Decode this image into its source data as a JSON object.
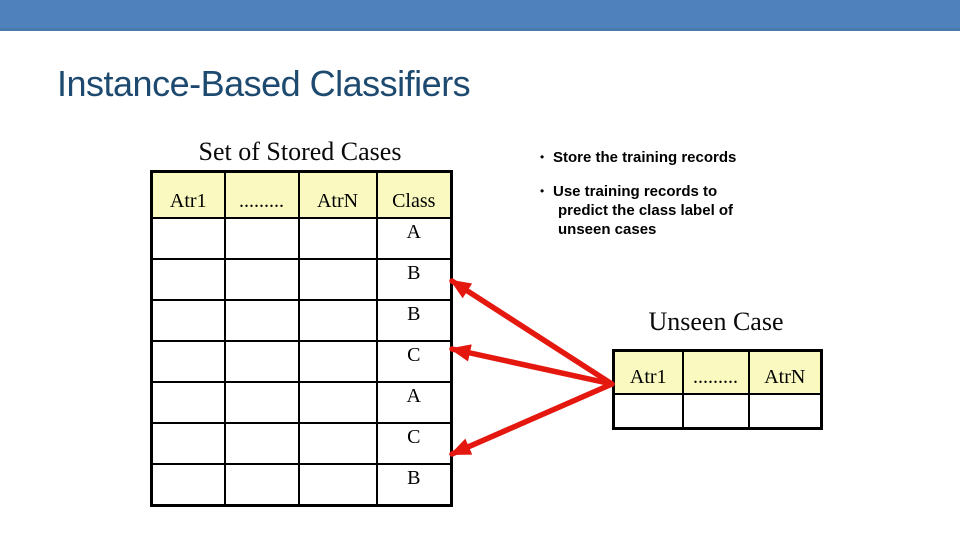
{
  "slide": {
    "title": "Instance-Based Classifiers",
    "title_color": "#1e4a70",
    "top_bar_color": "#4f81bd",
    "background_color": "#ffffff"
  },
  "stored_cases": {
    "caption": "Set of Stored Cases",
    "headers": [
      "Atr1",
      ".........",
      "AtrN",
      "Class"
    ],
    "class_values": [
      "A",
      "B",
      "B",
      "C",
      "A",
      "C",
      "B"
    ],
    "header_bg_color": "#fafac0",
    "border_color": "#000000"
  },
  "bullets": {
    "marker": "•",
    "items": [
      {
        "lines": [
          "Store the training records"
        ]
      },
      {
        "lines": [
          "Use training records to",
          "predict the class label of",
          "unseen cases"
        ]
      }
    ]
  },
  "unseen_case": {
    "caption": "Unseen Case",
    "headers": [
      "Atr1",
      ".........",
      "AtrN"
    ],
    "header_bg_color": "#fafac0"
  },
  "arrows": {
    "color": "#e5180f"
  }
}
